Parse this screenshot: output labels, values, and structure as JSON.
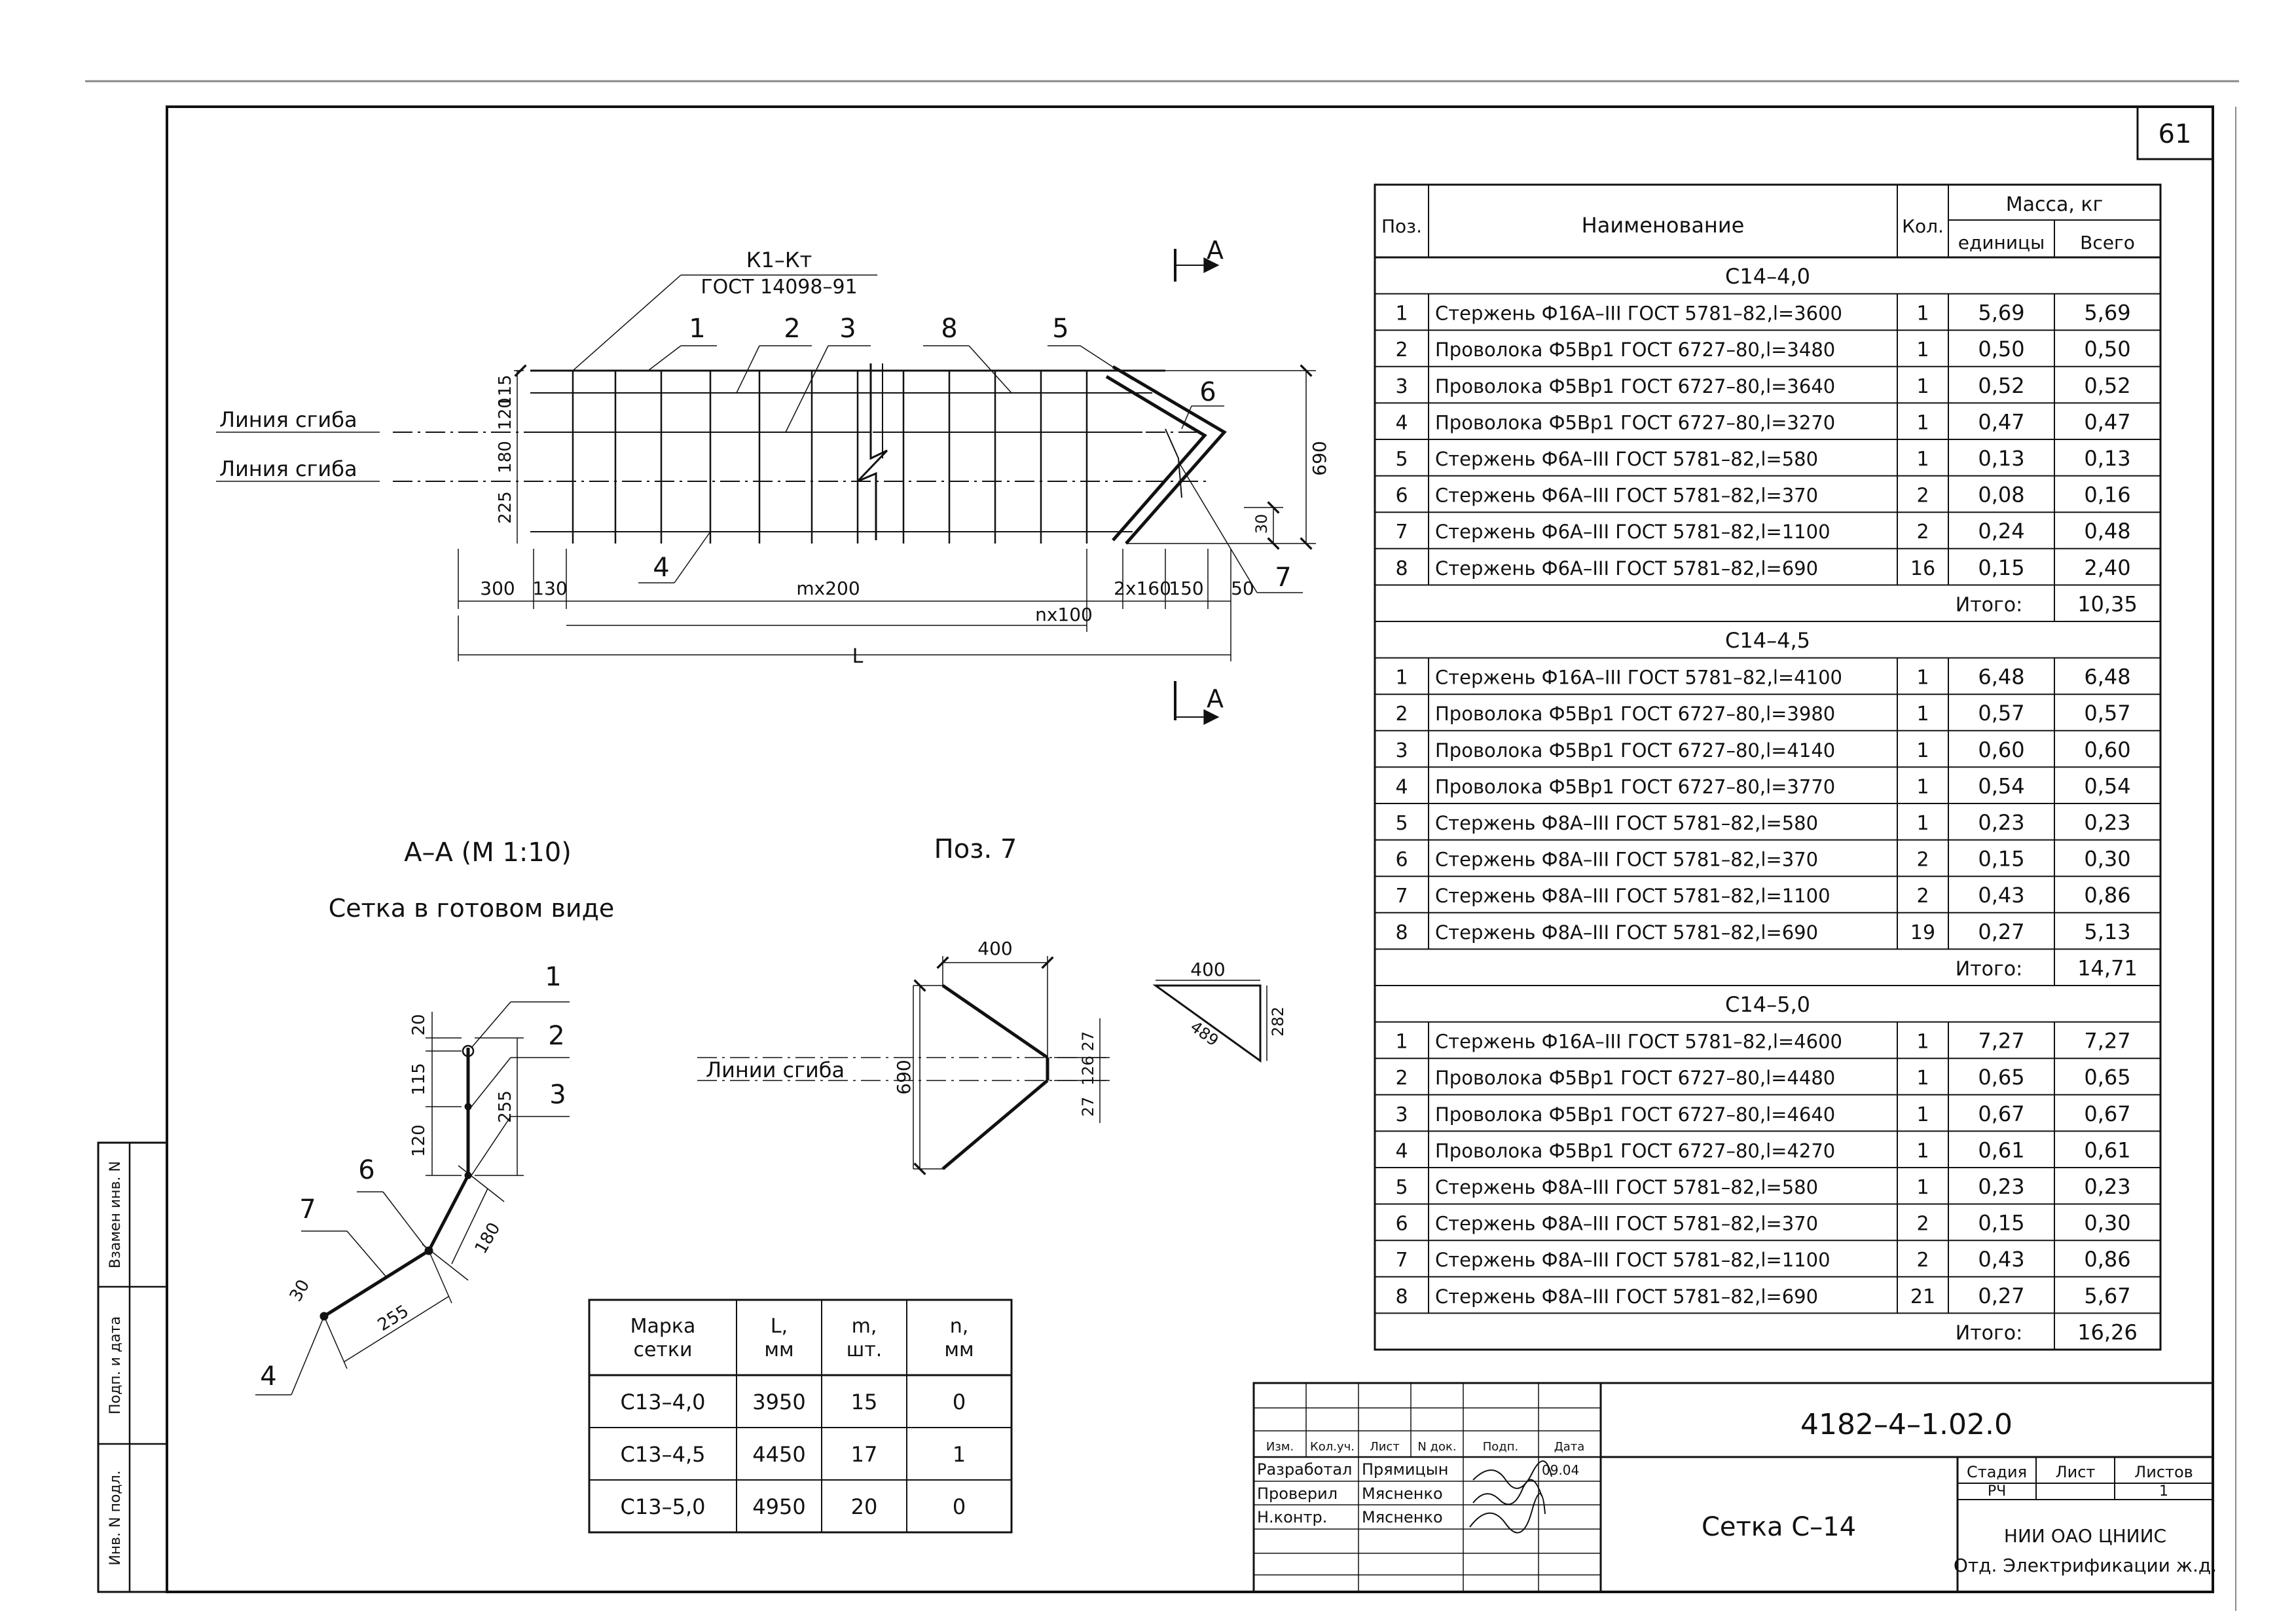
{
  "sheet_number": "61",
  "spec": {
    "headers": {
      "pos": "Поз.",
      "name": "Наименование",
      "qty": "Кол.",
      "mass": "Масса, кг",
      "unit": "единицы",
      "total": "Всего"
    },
    "groups": [
      {
        "title": "С14–4,0",
        "rows": [
          [
            "1",
            "Стержень Ф16А–III  ГОСТ 5781–82,l=3600",
            "1",
            "5,69",
            "5,69"
          ],
          [
            "2",
            "Проволока Ф5Вр1  ГОСТ 6727–80,l=3480",
            "1",
            "0,50",
            "0,50"
          ],
          [
            "3",
            "Проволока Ф5Вр1  ГОСТ 6727–80,l=3640",
            "1",
            "0,52",
            "0,52"
          ],
          [
            "4",
            "Проволока Ф5Вр1  ГОСТ 6727–80,l=3270",
            "1",
            "0,47",
            "0,47"
          ],
          [
            "5",
            "Стержень Ф6А–III  ГОСТ 5781–82,l=580",
            "1",
            "0,13",
            "0,13"
          ],
          [
            "6",
            "Стержень Ф6А–III  ГОСТ 5781–82,l=370",
            "2",
            "0,08",
            "0,16"
          ],
          [
            "7",
            "Стержень Ф6А–III  ГОСТ 5781–82,l=1100",
            "2",
            "0,24",
            "0,48"
          ],
          [
            "8",
            "Стержень Ф6А–III  ГОСТ 5781–82,l=690",
            "16",
            "0,15",
            "2,40"
          ]
        ],
        "total_label": "Итого:",
        "total": "10,35"
      },
      {
        "title": "С14–4,5",
        "rows": [
          [
            "1",
            "Стержень Ф16А–III  ГОСТ 5781–82,l=4100",
            "1",
            "6,48",
            "6,48"
          ],
          [
            "2",
            "Проволока Ф5Вр1  ГОСТ 6727–80,l=3980",
            "1",
            "0,57",
            "0,57"
          ],
          [
            "3",
            "Проволока Ф5Вр1  ГОСТ 6727–80,l=4140",
            "1",
            "0,60",
            "0,60"
          ],
          [
            "4",
            "Проволока Ф5Вр1  ГОСТ 6727–80,l=3770",
            "1",
            "0,54",
            "0,54"
          ],
          [
            "5",
            "Стержень Ф8А–III  ГОСТ 5781–82,l=580",
            "1",
            "0,23",
            "0,23"
          ],
          [
            "6",
            "Стержень Ф8А–III  ГОСТ 5781–82,l=370",
            "2",
            "0,15",
            "0,30"
          ],
          [
            "7",
            "Стержень Ф8А–III  ГОСТ 5781–82,l=1100",
            "2",
            "0,43",
            "0,86"
          ],
          [
            "8",
            "Стержень Ф8А–III  ГОСТ 5781–82,l=690",
            "19",
            "0,27",
            "5,13"
          ]
        ],
        "total_label": "Итого:",
        "total": "14,71"
      },
      {
        "title": "С14–5,0",
        "rows": [
          [
            "1",
            "Стержень Ф16А–III  ГОСТ 5781–82,l=4600",
            "1",
            "7,27",
            "7,27"
          ],
          [
            "2",
            "Проволока Ф5Вр1  ГОСТ 6727–80,l=4480",
            "1",
            "0,65",
            "0,65"
          ],
          [
            "3",
            "Проволока Ф5Вр1  ГОСТ 6727–80,l=4640",
            "1",
            "0,67",
            "0,67"
          ],
          [
            "4",
            "Проволока Ф5Вр1  ГОСТ 6727–80,l=4270",
            "1",
            "0,61",
            "0,61"
          ],
          [
            "5",
            "Стержень Ф8А–III  ГОСТ 5781–82,l=580",
            "1",
            "0,23",
            "0,23"
          ],
          [
            "6",
            "Стержень Ф8А–III  ГОСТ 5781–82,l=370",
            "2",
            "0,15",
            "0,30"
          ],
          [
            "7",
            "Стержень Ф8А–III  ГОСТ 5781–82,l=1100",
            "2",
            "0,43",
            "0,86"
          ],
          [
            "8",
            "Стержень Ф8А–III  ГОСТ 5781–82,l=690",
            "21",
            "0,27",
            "5,67"
          ]
        ],
        "total_label": "Итого:",
        "total": "16,26"
      }
    ]
  },
  "plan": {
    "weld_label": [
      "К1–Кт",
      "ГОСТ 14098–91"
    ],
    "bend_label": "Линия сгиба",
    "section_mark": "А",
    "pos_labels": [
      "1",
      "2",
      "3",
      "8",
      "5",
      "6",
      "4",
      "7"
    ],
    "dims_bottom": [
      "300",
      "130",
      "mx200",
      "2x160",
      "150",
      "50"
    ],
    "dim_n": "nx100",
    "dim_L": "L",
    "dims_left": [
      "115",
      "120",
      "180",
      "225"
    ],
    "dim_690": "690",
    "dim_30": "30"
  },
  "section": {
    "title": "А–А (М 1:10)",
    "subtitle": "Сетка в готовом виде",
    "pos_labels": [
      "1",
      "2",
      "3",
      "6",
      "7",
      "4"
    ],
    "dims": [
      "20",
      "115",
      "120",
      "255",
      "180",
      "255",
      "30"
    ]
  },
  "pos7": {
    "title": "Поз. 7",
    "bend_label": "Линии сгиба",
    "dims": [
      "400",
      "690",
      "27",
      "126",
      "27"
    ],
    "tri_dims": [
      "400",
      "489",
      "282"
    ]
  },
  "mesh_table": {
    "headers": [
      "Марка сетки",
      "L, мм",
      "m, шт.",
      "n, мм"
    ],
    "rows": [
      [
        "С13–4,0",
        "3950",
        "15",
        "0"
      ],
      [
        "С13–4,5",
        "4450",
        "17",
        "1"
      ],
      [
        "С13–5,0",
        "4950",
        "20",
        "0"
      ]
    ]
  },
  "side_stamp": [
    "Взамен инв. N",
    "Подп. и дата",
    "Инв. N подл."
  ],
  "title_block": {
    "code": "4182–4–1.02.0",
    "name": "Сетка С–14",
    "col_heads": [
      "Изм.",
      "Кол.уч.",
      "Лист",
      "N док.",
      "Подп.",
      "Дата"
    ],
    "people": [
      {
        "role": "Разработал",
        "name": "Прямицын",
        "date": "09.04"
      },
      {
        "role": "Проверил",
        "name": "Мясненко",
        "date": ""
      },
      {
        "role": "Н.контр.",
        "name": "Мясненко",
        "date": ""
      }
    ],
    "stage_head": "Стадия",
    "sheet_head": "Лист",
    "sheets_head": "Листов",
    "stage": "РЧ",
    "sheets": "1",
    "org_line1": "НИИ ОАО ЦНИИС",
    "org_line2": "Отд. Электрификации ж.д."
  }
}
